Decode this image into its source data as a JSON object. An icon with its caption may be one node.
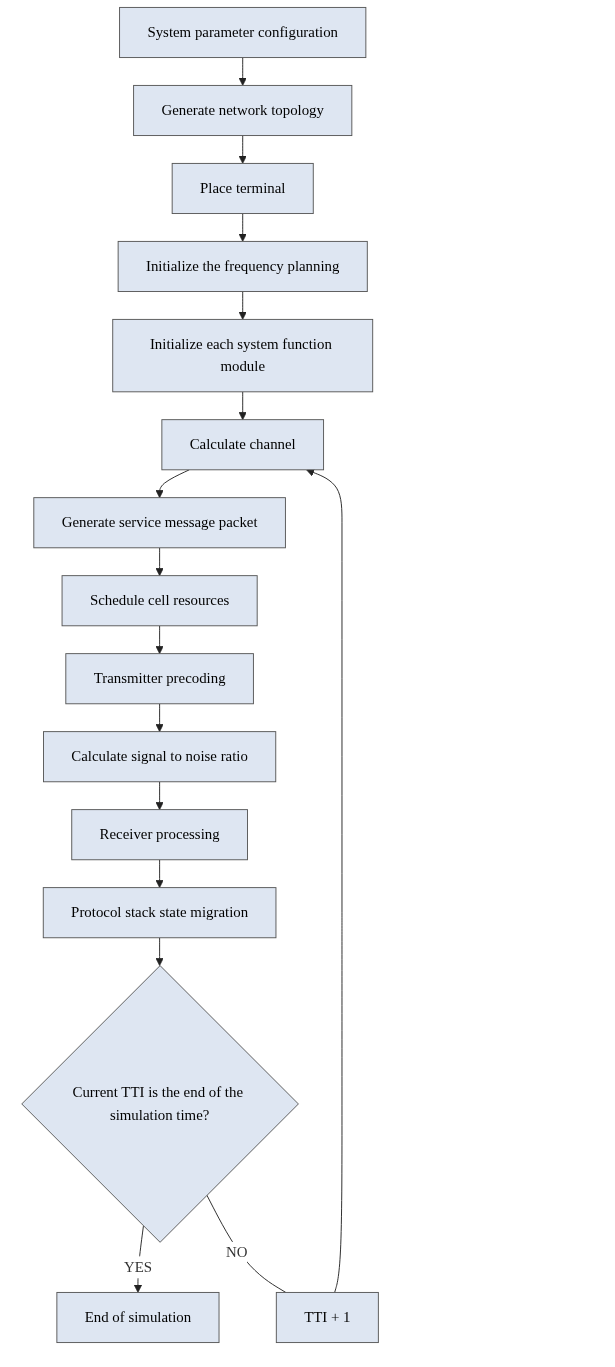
{
  "diagram": {
    "nodes": [
      {
        "text": [
          "System parameter configuration"
        ]
      },
      {
        "text": [
          "Generate network topology"
        ]
      },
      {
        "text": [
          "Place terminal"
        ]
      },
      {
        "text": [
          "Initialize the frequency planning"
        ]
      },
      {
        "text": [
          "Initialize each system function module"
        ]
      },
      {
        "text": [
          "Calculate channel"
        ]
      },
      {
        "text": [
          "Generate service message packet"
        ]
      },
      {
        "text": [
          "Schedule cell resources"
        ]
      },
      {
        "text": [
          "Transmitter precoding"
        ]
      },
      {
        "text": [
          "Calculate signal to noise ratio"
        ]
      },
      {
        "text": [
          "Receiver processing"
        ]
      },
      {
        "text": [
          "Protocol stack state migration"
        ]
      },
      {
        "text": [
          "Current TTI is the end of the simulation time?"
        ]
      },
      {
        "text": [
          "End of simulation"
        ]
      },
      {
        "text": [
          "TTI + 1"
        ]
      }
    ],
    "edges": [
      {
        "from": 0,
        "to": 1,
        "arrow": "to"
      },
      {
        "from": 1,
        "to": 2,
        "arrow": "to"
      },
      {
        "from": 2,
        "to": 3,
        "arrow": "to"
      },
      {
        "from": 3,
        "to": 4,
        "arrow": "to"
      },
      {
        "from": 4,
        "to": 5,
        "arrow": "to"
      },
      {
        "from": 5,
        "to": 6,
        "arrow": "to"
      },
      {
        "from": 6,
        "to": 7,
        "arrow": "to"
      },
      {
        "from": 7,
        "to": 8,
        "arrow": "to"
      },
      {
        "from": 8,
        "to": 9,
        "arrow": "to"
      },
      {
        "from": 9,
        "to": 10,
        "arrow": "to"
      },
      {
        "from": 10,
        "to": 11,
        "arrow": "to"
      },
      {
        "from": 11,
        "to": 12,
        "arrow": "to"
      },
      {
        "from": 12,
        "to": 13,
        "arrow": "to",
        "label": "YES"
      },
      {
        "from": 12,
        "to": 14,
        "arrow": "none",
        "label": "NO"
      },
      {
        "from": 14,
        "to": 5,
        "arrow": "to"
      }
    ]
  }
}
